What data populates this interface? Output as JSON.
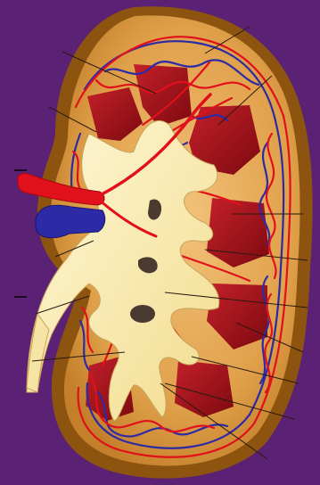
{
  "diagram": {
    "subject": "kidney-cross-section",
    "colors": {
      "background": "#5b2174",
      "capsule": "#a0620f",
      "cortex": "#e0a04a",
      "medulla_pyramid": "#a80f17",
      "pelvis": "#fbefb8",
      "artery": "#e2101a",
      "vein": "#2d2aa6",
      "leader_line": "#2a1a10"
    },
    "pyramid_count": 7,
    "leader_line_count": 14,
    "margin_tick_count": 2
  }
}
